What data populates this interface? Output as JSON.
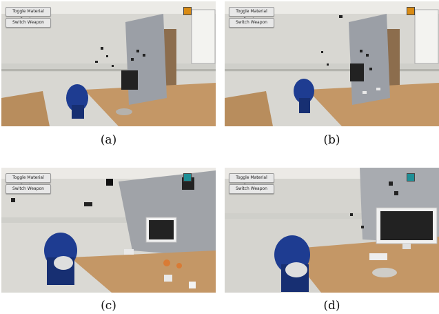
{
  "panels": [
    {
      "id": "a",
      "caption": "(a)",
      "toggle_label": "Toggle Material Preview",
      "weapon_label": "Switch Weapon",
      "swatch_color": "#d98b14"
    },
    {
      "id": "b",
      "caption": "(b)",
      "toggle_label": "Toggle Material Preview",
      "weapon_label": "Switch Weapon",
      "swatch_color": "#d98b14"
    },
    {
      "id": "c",
      "caption": "(c)",
      "toggle_label": "Toggle Material Preview",
      "weapon_label": "Switch Weapon",
      "swatch_color": "#1f8f96"
    },
    {
      "id": "d",
      "caption": "(d)",
      "toggle_label": "Toggle Material Preview",
      "weapon_label": "Switch Weapon",
      "swatch_color": "#1f8f96"
    }
  ]
}
